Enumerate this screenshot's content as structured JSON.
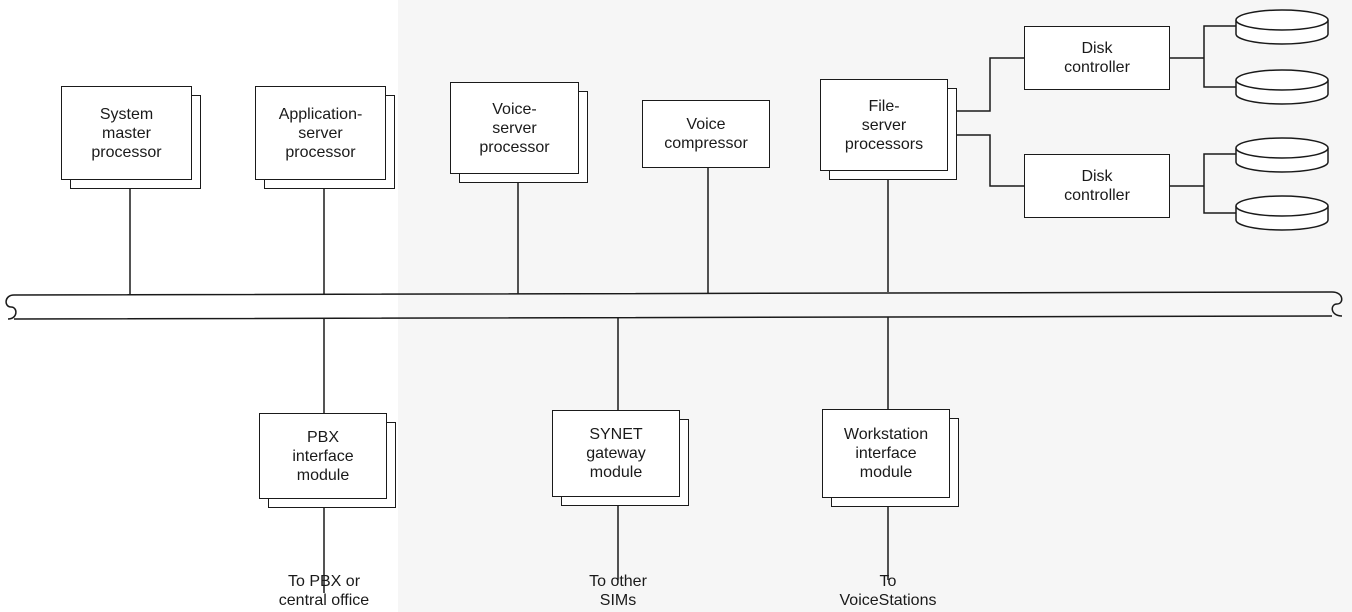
{
  "nodes": {
    "system_master": "System\nmaster\nprocessor",
    "application_server": "Application-\nserver\nprocessor",
    "voice_server": "Voice-\nserver\nprocessor",
    "voice_compressor": "Voice\ncompressor",
    "file_server": "File-\nserver\nprocessors",
    "disk_controller_1": "Disk\ncontroller",
    "disk_controller_2": "Disk\ncontroller",
    "pbx_interface": "PBX\ninterface\nmodule",
    "synet_gateway": "SYNET\ngateway\nmodule",
    "workstation_interface": "Workstation\ninterface\nmodule"
  },
  "destinations": {
    "pbx": "To PBX or\ncentral office",
    "sims": "To other\nSIMs",
    "voicestations": "To\nVoiceStations"
  }
}
